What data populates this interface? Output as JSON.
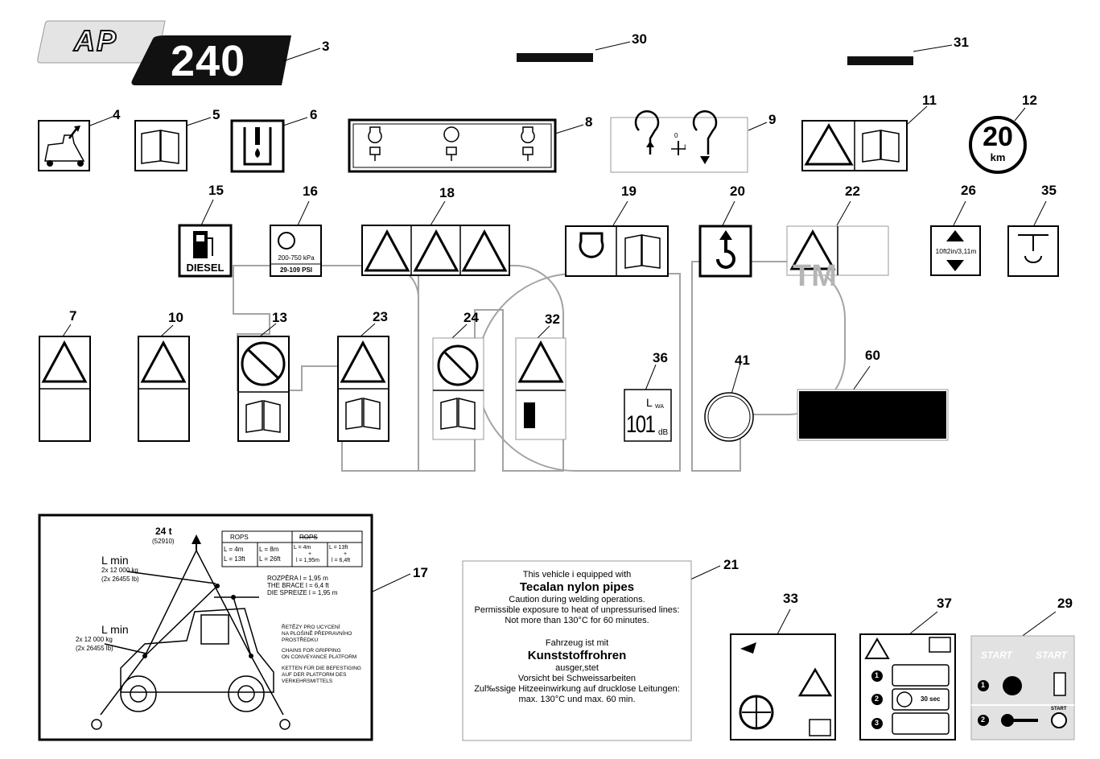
{
  "logo": {
    "prefix": "AP",
    "model": "240"
  },
  "callouts": {
    "c3": "3",
    "c30": "30",
    "c31": "31",
    "c4": "4",
    "c5": "5",
    "c6": "6",
    "c8": "8",
    "c9": "9",
    "c11": "11",
    "c12": "12",
    "c15": "15",
    "c16": "16",
    "c18": "18",
    "c19": "19",
    "c20": "20",
    "c22": "22",
    "c26": "26",
    "c35": "35",
    "c7": "7",
    "c10": "10",
    "c13": "13",
    "c23": "23",
    "c24": "24",
    "c32": "32",
    "c36": "36",
    "c41": "41",
    "c60": "60",
    "c17": "17",
    "c21": "21",
    "c33": "33",
    "c37": "37",
    "c29": "29"
  },
  "labels": {
    "speed_value": "20",
    "speed_unit": "km",
    "fuel": "DIESEL",
    "pressure_kpa": "200-750 kPa",
    "pressure_psi": "29-109 PSI",
    "height": "10ft2in/3,11m",
    "noise_lwa": "L",
    "noise_sub": "WA",
    "noise_value": "101",
    "noise_unit": "dB",
    "sticker9_small": "0",
    "sticker9_small2": "I"
  },
  "lifting": {
    "load": "24 t",
    "load_lb": "(52910)",
    "lmin_top": "L min",
    "weight_top": "2x 12 000 kg",
    "weight_top_lb": "(2x 26455 lb)",
    "lmin_bottom": "L min",
    "weight_bottom": "2x 12 000 kg",
    "weight_bottom_lb": "(2x 26455 lb)",
    "rops": "ROPS",
    "no_rops": "ROPS",
    "t1a": "L    = 4m",
    "t1b": "L    = 13ft",
    "t2a": "L    = 8m",
    "t2b": "L    = 26ft",
    "t3a": "L    = 4m",
    "t3b": "+",
    "t3c": "l = 1,95m",
    "t4a": "L    = 13ft",
    "t4b": "+",
    "t4c": "l = 6,4ft",
    "brace_cz": "ROZPĚRA  l = 1,95 m",
    "brace_en": "THE BRACE  l = 6,4 ft",
    "brace_de": "DIE SPREIZE  l = 1,95 m",
    "chains_cz1": "ŘETĚZY PRO UCYCENÍ",
    "chains_cz2": "NA PLOŠINĚ PŘEPRAVNÍHO",
    "chains_cz3": "PROSTŘEDKU",
    "chains_en1": "CHAINS FOR GRIPPING",
    "chains_en2": "ON CONVEYANCE PLATFORM",
    "chains_de1": "KETTEN FÜR DIE BEFESTIGING",
    "chains_de2": "AUF DER PLATFORM DES",
    "chains_de3": "VERKEHRSMITTELS"
  },
  "sticker21": {
    "l1": "This vehicle i equipped with",
    "l2": "Tecalan nylon pipes",
    "l3": "Caution during welding operations.",
    "l4": "Permissible exposure to heat of unpressurised lines:",
    "l5": "Not more than 130°C for 60 minutes.",
    "l6": "Fahrzeug ist mit",
    "l7": "Kunststoffrohren",
    "l8": "ausger,stet",
    "l9": "Vorsicht bei Schweissarbeiten",
    "l10": "Zul‰ssige Hitzeeinwirkung auf drucklose Leitungen:",
    "l11": "max. 130°C und max. 60 min."
  },
  "sticker37": {
    "n1": "1",
    "n2": "2",
    "n3": "3",
    "time": "30 sec"
  },
  "sticker29": {
    "start_l": "START",
    "start_r": "START",
    "n1": "1",
    "n2": "2",
    "start_key": "START"
  },
  "watermark": {
    "text": "TM"
  },
  "colors": {
    "ink": "#000000",
    "watermark": "#9a9a9a",
    "sticker_bg": "#ffffff",
    "sticker29_bg": "#e2e2e2"
  }
}
